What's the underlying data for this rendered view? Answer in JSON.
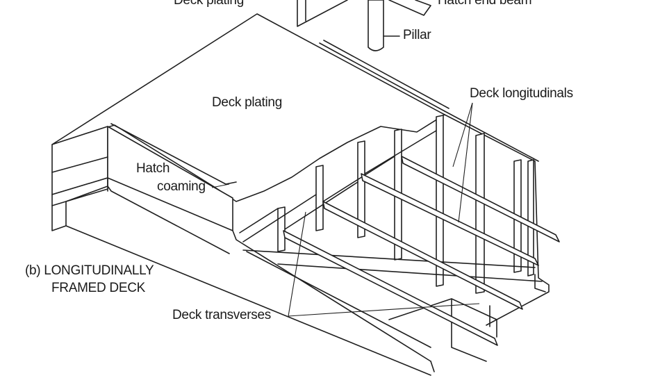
{
  "labels": {
    "deck_plating_top": "Deck plating",
    "hatch_and_beam": "Hatch end beam",
    "pillar": "Pillar",
    "deck_plating": "Deck plating",
    "deck_longitudinals": "Deck longitudinals",
    "hatch_coaming_line1": "Hatch",
    "hatch_coaming_line2": "coaming",
    "caption_line1": "(b) LONGITUDINALLY",
    "caption_line2": "FRAMED DECK",
    "deck_transverses": "Deck transverses"
  },
  "colors": {
    "line": "#1f1f1f",
    "background": "#ffffff"
  }
}
